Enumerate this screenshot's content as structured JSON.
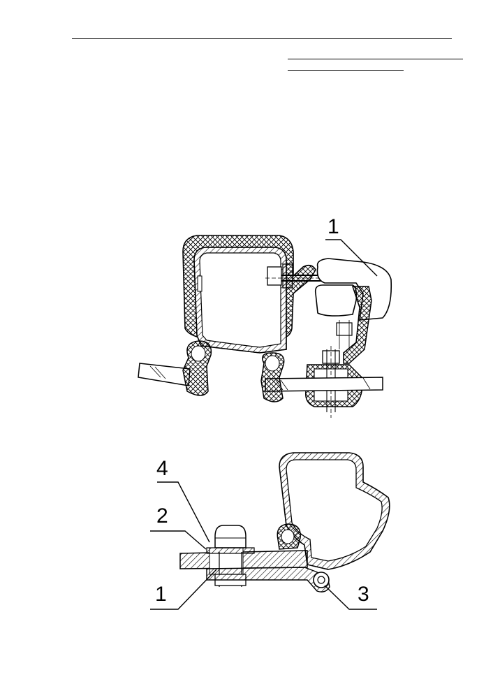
{
  "figure_top": {
    "callouts": [
      {
        "label": "1"
      }
    ]
  },
  "figure_bottom": {
    "callouts": [
      {
        "label": "4"
      },
      {
        "label": "2"
      },
      {
        "label": "1"
      },
      {
        "label": "3"
      }
    ]
  }
}
